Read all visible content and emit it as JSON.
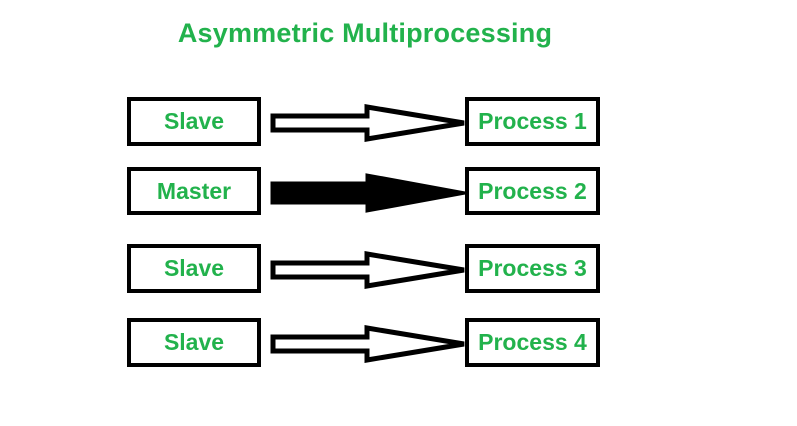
{
  "diagram": {
    "title": "Asymmetric Multiprocessing",
    "title_color": "#22b24c",
    "border_color": "#000000",
    "background_color": "#ffffff",
    "rows": [
      {
        "source_label": "Slave",
        "target_label": "Process 1",
        "arrow_style": "outline",
        "arrow_name": "arrow-slave-to-process-1"
      },
      {
        "source_label": "Master",
        "target_label": "Process 2",
        "arrow_style": "filled",
        "arrow_name": "arrow-master-to-process-2"
      },
      {
        "source_label": "Slave",
        "target_label": "Process 3",
        "arrow_style": "outline",
        "arrow_name": "arrow-slave-to-process-3"
      },
      {
        "source_label": "Slave",
        "target_label": "Process 4",
        "arrow_style": "outline",
        "arrow_name": "arrow-slave-to-process-4"
      }
    ]
  }
}
